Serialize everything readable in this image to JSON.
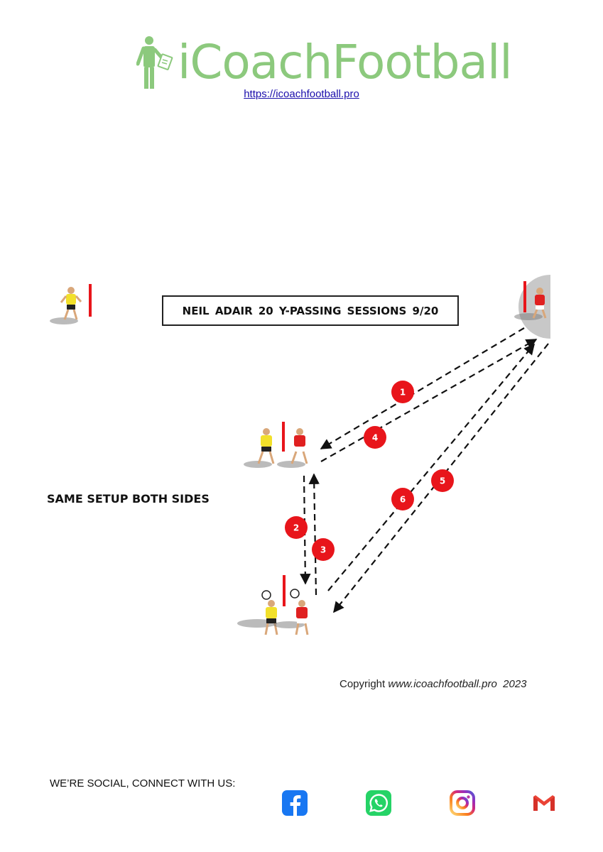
{
  "header": {
    "brand": "iCoachFootball",
    "url": "https://icoachfootball.pro",
    "logo_icon": "coach-with-clipboard-icon"
  },
  "diagram": {
    "title": "NEIL ADAIR 20 Y-PASSING SESSIONS 9/20",
    "note": "SAME SETUP BOTH SIDES",
    "pass_numbers": [
      "1",
      "2",
      "3",
      "4",
      "5",
      "6"
    ],
    "colors": {
      "red_player": "#e02020",
      "yellow_player": "#f2e02a",
      "marker": "#e8151b",
      "arrow": "#111111"
    }
  },
  "footer": {
    "copyright_prefix": "Copyright ",
    "copyright_url": "www.icoachfootball.pro",
    "copyright_year": "2023",
    "social_label": "WE’RE SOCIAL, CONNECT WITH US:",
    "social_icons": [
      "facebook-icon",
      "whatsapp-icon",
      "instagram-icon",
      "gmail-icon"
    ],
    "colors": {
      "brand_green": "#8cc97d",
      "facebook": "#1877f2",
      "whatsapp": "#25d366"
    }
  }
}
